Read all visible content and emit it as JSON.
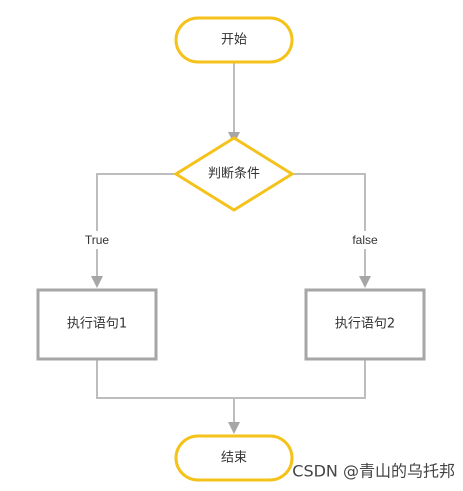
{
  "nodes": {
    "start": {
      "label": "开始"
    },
    "condition": {
      "label": "判断条件"
    },
    "statement1": {
      "label": "执行语句1"
    },
    "statement2": {
      "label": "执行语句2"
    },
    "end": {
      "label": "结束"
    }
  },
  "branches": {
    "true_label": "True",
    "false_label": "false"
  },
  "watermark": {
    "text": "CSDN @青山的乌托邦"
  },
  "colors": {
    "terminal_stroke": "#f5c21b",
    "decision_stroke": "#f5c21b",
    "process_stroke": "#a6a6a6",
    "connector": "#bdbdbd"
  }
}
